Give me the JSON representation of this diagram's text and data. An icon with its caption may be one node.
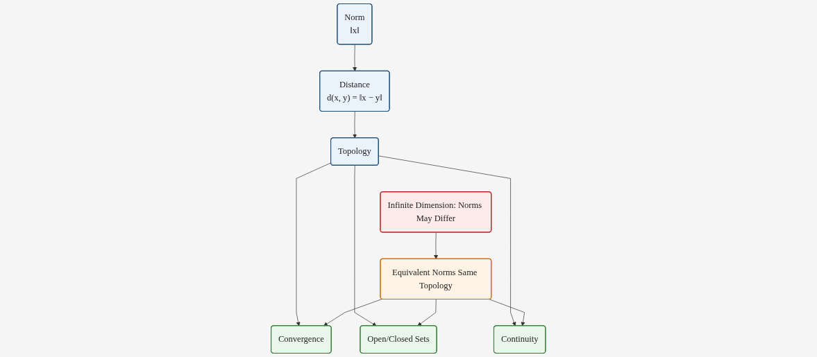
{
  "diagram": {
    "nodes": [
      {
        "text": [
          "Norm",
          "‖x‖"
        ]
      },
      {
        "text": [
          "Distance",
          "d(x, y) = ‖x − y‖"
        ]
      },
      {
        "text": [
          "Topology"
        ]
      },
      {
        "text": [
          "Convergence"
        ]
      },
      {
        "text": [
          "Open/Closed Sets"
        ]
      },
      {
        "text": [
          "Continuity"
        ]
      },
      {
        "text": [
          "Equivalent Norms Same Topology"
        ]
      },
      {
        "text": [
          "Infinite Dimension: Norms May Differ"
        ]
      }
    ],
    "edges": [
      {
        "from": 0,
        "to": 1,
        "arrow": "to"
      },
      {
        "from": 1,
        "to": 2,
        "arrow": "to"
      },
      {
        "from": 2,
        "to": 3,
        "arrow": "to"
      },
      {
        "from": 2,
        "to": 4,
        "arrow": "to"
      },
      {
        "from": 2,
        "to": 5,
        "arrow": "to"
      },
      {
        "from": 6,
        "to": 3,
        "arrow": "to"
      },
      {
        "from": 6,
        "to": 4,
        "arrow": "to"
      },
      {
        "from": 6,
        "to": 5,
        "arrow": "to"
      },
      {
        "from": 7,
        "to": 6,
        "arrow": "to"
      }
    ]
  }
}
